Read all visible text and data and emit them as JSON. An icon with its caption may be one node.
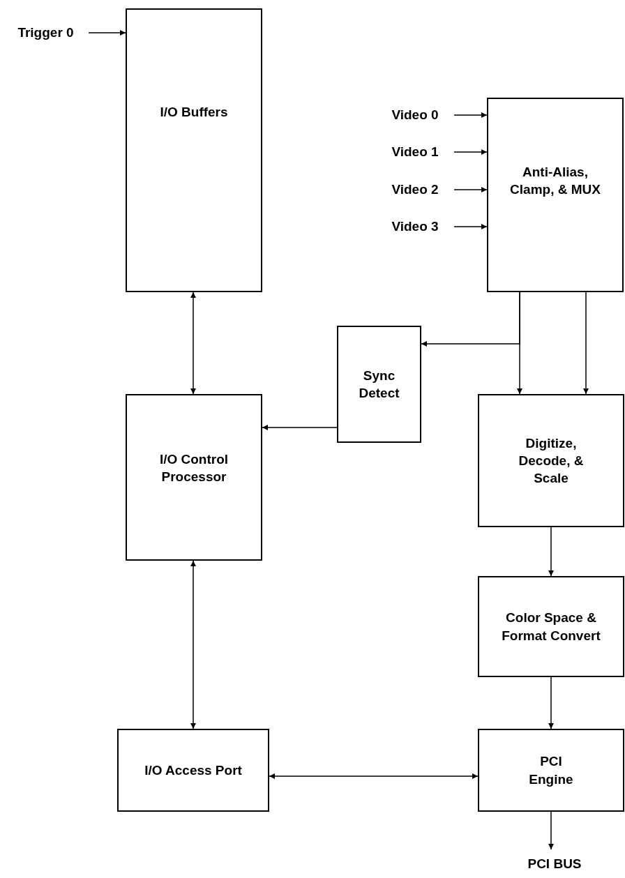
{
  "diagram": {
    "nodes": [
      {
        "text": [
          "Trigger 0"
        ]
      },
      {
        "text": [
          "I/O Buffers"
        ]
      },
      {
        "text": [
          "Video 0"
        ]
      },
      {
        "text": [
          "Video 1"
        ]
      },
      {
        "text": [
          "Video 2"
        ]
      },
      {
        "text": [
          "Video 3"
        ]
      },
      {
        "text": [
          "Anti-Alias, Clamp, & MUX"
        ]
      },
      {
        "text": [
          "Sync Detect"
        ]
      },
      {
        "text": [
          "I/O Control Processor"
        ]
      },
      {
        "text": [
          "Digitize, Decode, & Scale"
        ]
      },
      {
        "text": [
          "Color Space & Format Convert"
        ]
      },
      {
        "text": [
          "I/O Access Port"
        ]
      },
      {
        "text": [
          "PCI Engine"
        ]
      },
      {
        "text": [
          "PCI BUS"
        ]
      }
    ],
    "edges": [
      {
        "from": 0,
        "to": 1,
        "arrow": "to"
      },
      {
        "from": 2,
        "to": 6,
        "arrow": "to"
      },
      {
        "from": 3,
        "to": 6,
        "arrow": "to"
      },
      {
        "from": 4,
        "to": 6,
        "arrow": "to"
      },
      {
        "from": 5,
        "to": 6,
        "arrow": "to"
      },
      {
        "from": 1,
        "to": 8,
        "arrow": "both"
      },
      {
        "from": 6,
        "to": 7,
        "arrow": "to"
      },
      {
        "from": 6,
        "to": 9,
        "arrow": "to"
      },
      {
        "from": 6,
        "to": 9,
        "arrow": "to"
      },
      {
        "from": 7,
        "to": 8,
        "arrow": "to"
      },
      {
        "from": 8,
        "to": 11,
        "arrow": "both"
      },
      {
        "from": 11,
        "to": 12,
        "arrow": "both"
      },
      {
        "from": 9,
        "to": 10,
        "arrow": "to"
      },
      {
        "from": 10,
        "to": 12,
        "arrow": "to"
      },
      {
        "from": 12,
        "to": 13,
        "arrow": "to"
      }
    ]
  }
}
